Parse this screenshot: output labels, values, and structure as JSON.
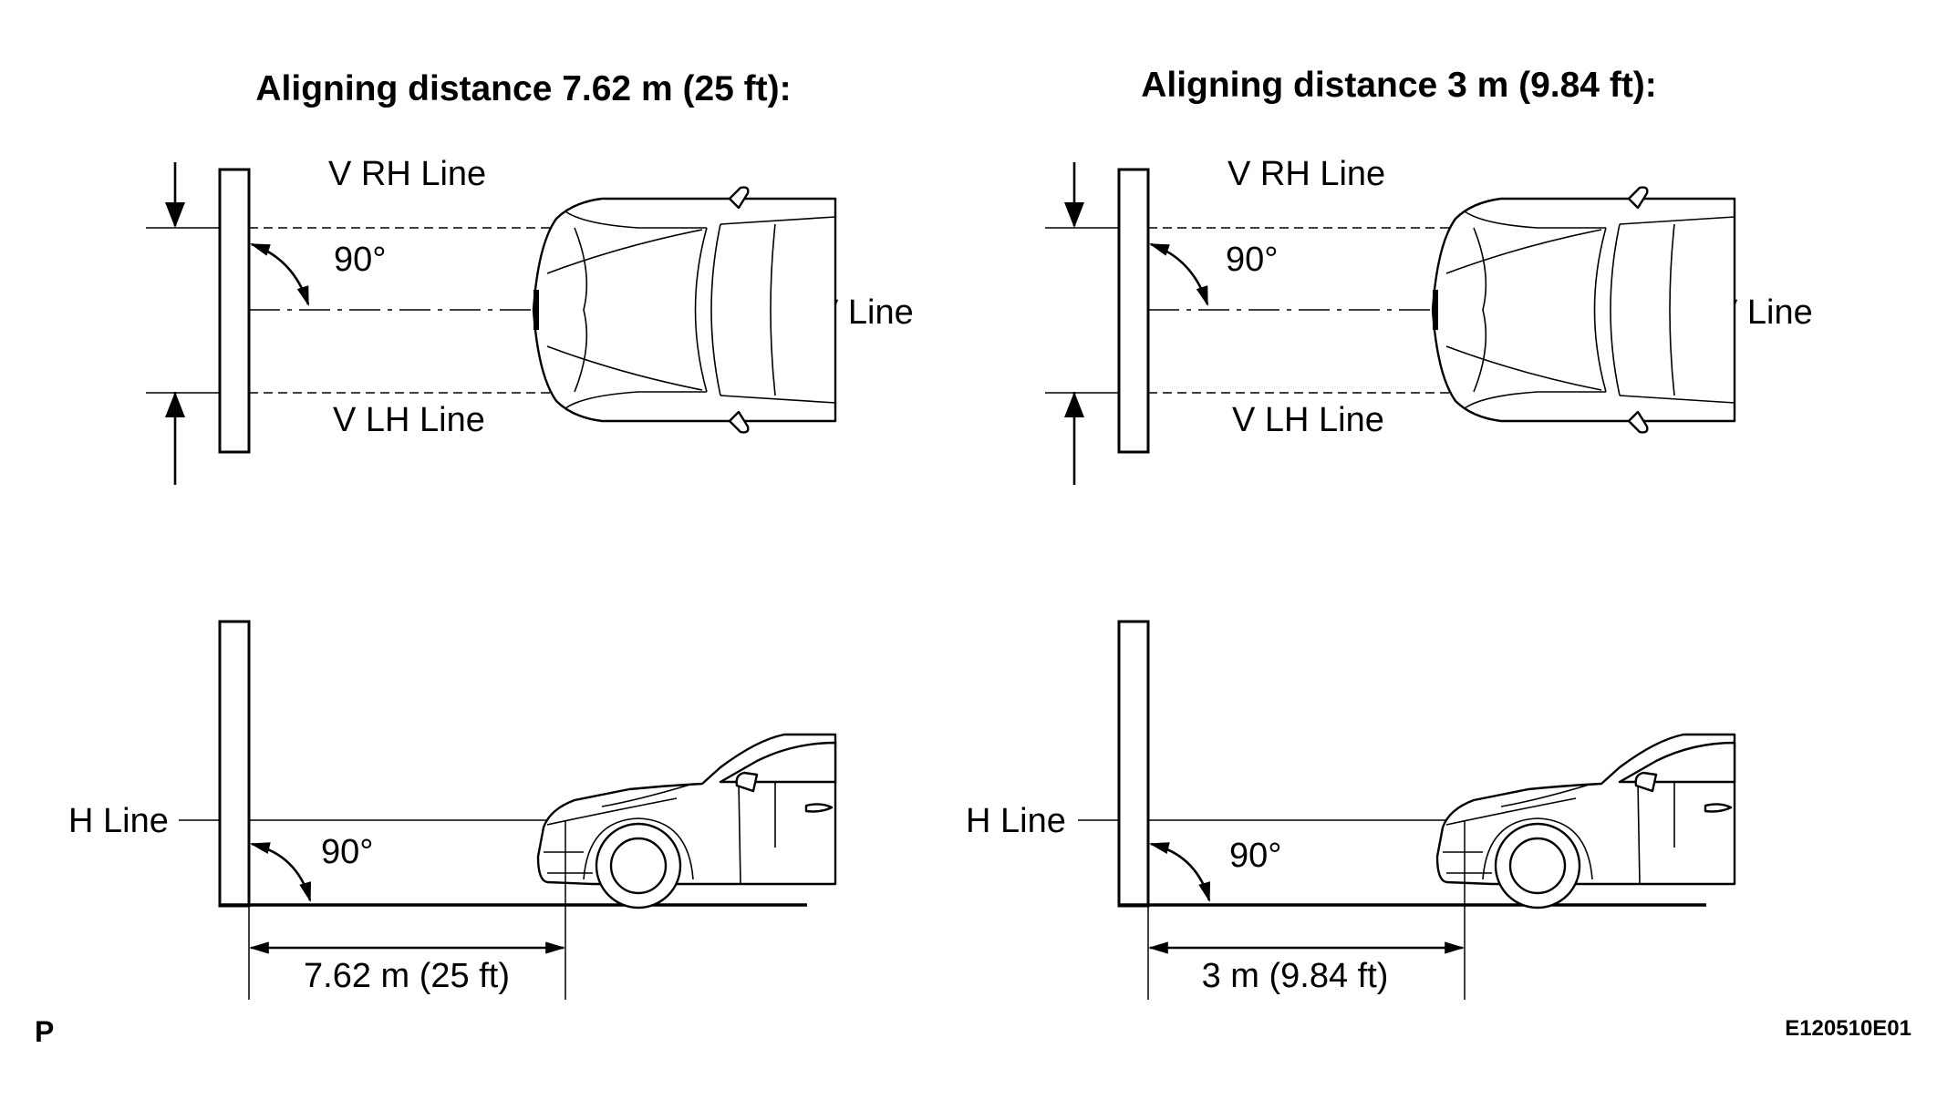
{
  "panels": [
    {
      "title": "Aligning distance 7.62 m (25 ft):",
      "v_rh_label": "V RH Line",
      "v_lh_label": "V LH Line",
      "v_line_label": "V Line",
      "top_angle": "90°",
      "h_line_label": "H Line",
      "side_angle": "90°",
      "distance_label": "7.62 m (25 ft)"
    },
    {
      "title": "Aligning distance 3 m (9.84 ft):",
      "v_rh_label": "V RH Line",
      "v_lh_label": "V LH Line",
      "v_line_label": "V Line",
      "top_angle": "90°",
      "h_line_label": "H Line",
      "side_angle": "90°",
      "distance_label": "3 m (9.84 ft)"
    }
  ],
  "corner_left": "P",
  "corner_right": "E120510E01"
}
